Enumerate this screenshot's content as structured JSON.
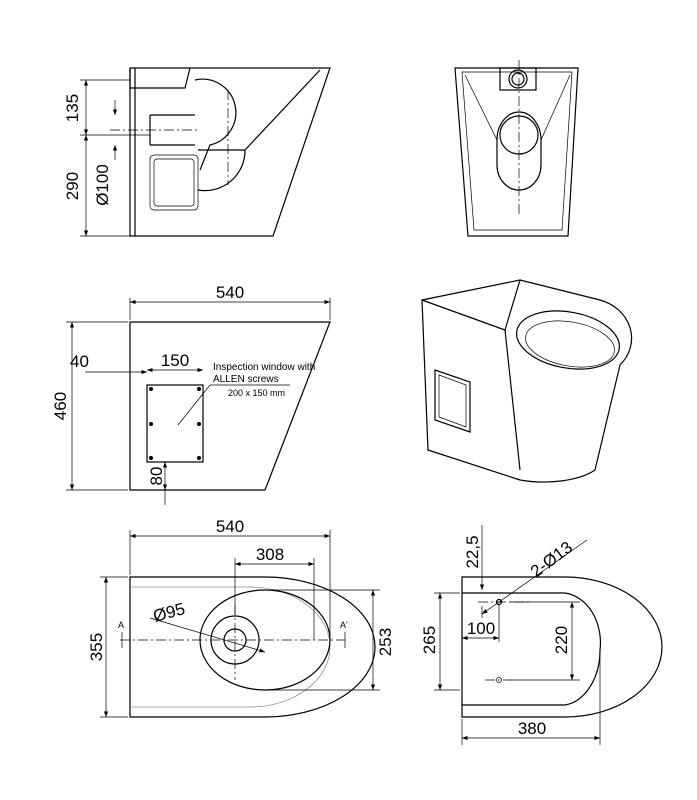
{
  "side_section": {
    "dim_135": "135",
    "dim_290": "290",
    "dim_d100": "Ø100"
  },
  "side_view": {
    "dim_540": "540",
    "dim_460": "460",
    "dim_40": "40",
    "dim_150": "150",
    "dim_80": "80",
    "note_line1": "Inspection window with",
    "note_line2": "ALLEN screws",
    "note_line3": "200 x 150 mm"
  },
  "top_view": {
    "dim_540": "540",
    "dim_308": "308",
    "dim_d95": "Ø95",
    "dim_355": "355",
    "dim_253": "253",
    "section_a": "A",
    "section_a_prime": "A'"
  },
  "fixing_view": {
    "dim_22_5": "22,5",
    "dim_holes": "2-Ø13",
    "dim_265": "265",
    "dim_100": "100",
    "dim_220": "220",
    "dim_380": "380"
  }
}
